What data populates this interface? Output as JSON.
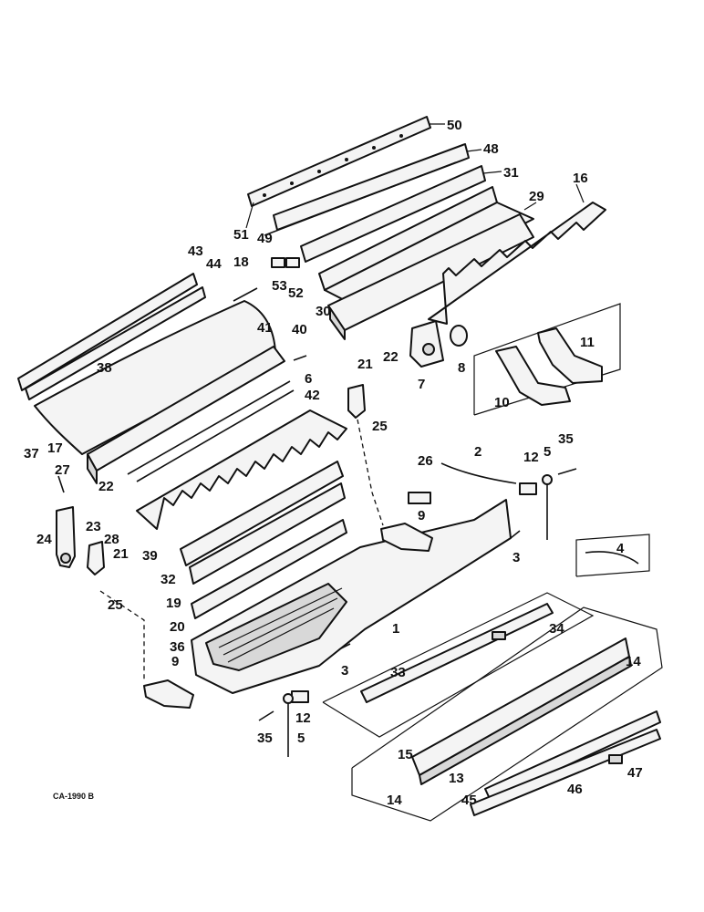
{
  "diagram": {
    "code": "CA-1990 B",
    "labels": [
      "50",
      "48",
      "31",
      "29",
      "16",
      "51",
      "49",
      "53",
      "52",
      "30",
      "43",
      "44",
      "18",
      "41",
      "40",
      "21",
      "22",
      "7",
      "8",
      "11",
      "10",
      "38",
      "6",
      "42",
      "37",
      "17",
      "25",
      "27",
      "22",
      "26",
      "2",
      "12",
      "5",
      "35",
      "24",
      "23",
      "28",
      "21",
      "39",
      "9",
      "3",
      "32",
      "4",
      "19",
      "20",
      "1",
      "34",
      "36",
      "14",
      "3",
      "9",
      "33",
      "12",
      "35",
      "5",
      "15",
      "13",
      "47",
      "14",
      "46",
      "45",
      "25"
    ]
  }
}
